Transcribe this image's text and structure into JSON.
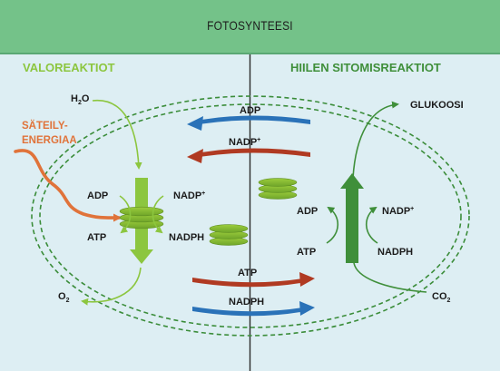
{
  "header": {
    "title": "FOTOSYNTEESI"
  },
  "left": {
    "heading": "VALOREAKTIOT",
    "water": "H2O",
    "energy_line1": "SÄTEILY-",
    "energy_line2": "ENERGIAA",
    "adp": "ADP",
    "atp": "ATP",
    "nadp": "NADP+",
    "nadph": "NADPH",
    "oxygen": "O2"
  },
  "middle": {
    "arrow_adp": "ADP",
    "arrow_nadp": "NADP+",
    "arrow_atp": "ATP",
    "arrow_nadph": "NADPH"
  },
  "right": {
    "heading": "HIILEN SITOMISREAKTIOT",
    "glucose": "GLUKOOSI",
    "adp": "ADP",
    "atp": "ATP",
    "nadp": "NADP+",
    "nadph": "NADPH",
    "co2": "CO2"
  },
  "colors": {
    "background": "#ddeef3",
    "header": "#74c289",
    "light_green": "#8cc63f",
    "dark_green": "#3f8f3a",
    "orange": "#e0733a",
    "blue": "#2a72b8",
    "red": "#b03a22"
  }
}
